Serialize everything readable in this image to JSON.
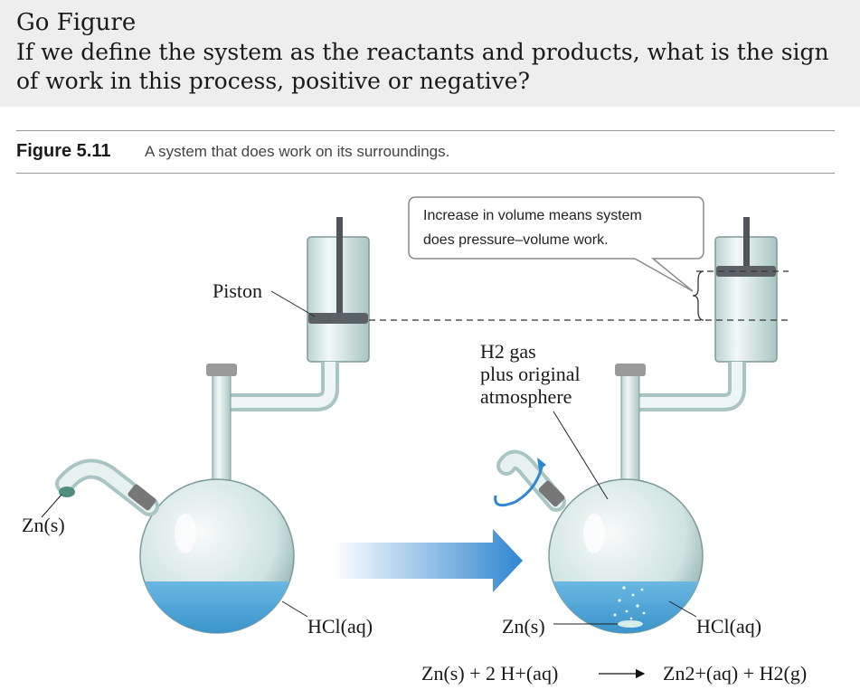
{
  "go_figure": {
    "title": "Go Figure",
    "question": "If we define the system as the reactants and products, what is the sign of work in this process, positive or negative?"
  },
  "figure": {
    "label": "Figure 5.11",
    "caption": "A system that does work on its surroundings.",
    "callout_line1": "Increase in volume means system",
    "callout_line2": "does pressure–volume work.",
    "labels": {
      "piston": "Piston",
      "zn_left": "Zn(s)",
      "hcl_left": "HCl(aq)",
      "h2_line1": "H2 gas",
      "h2_line2": "plus original",
      "h2_line3": "atmosphere",
      "zn_right": "Zn(s)",
      "hcl_right": "HCl(aq)"
    },
    "equation": {
      "left": "Zn(s) + 2 H+(aq)",
      "right": "Zn2+(aq) + H2(g)"
    },
    "colors": {
      "liquid": "#4aa3d6",
      "glass": "#d9ecea",
      "arrow": "#2f86d0"
    }
  }
}
